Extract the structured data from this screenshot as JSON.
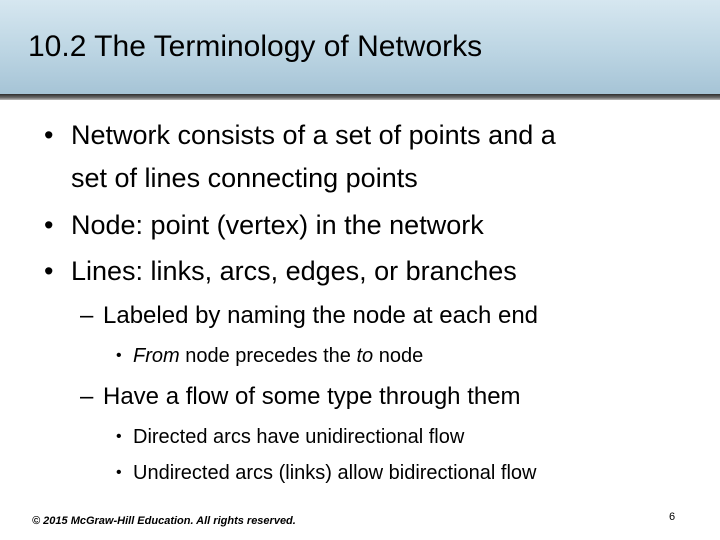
{
  "title": "10.2 The Terminology of Networks",
  "bullets": [
    {
      "mark": "•",
      "line1": "Network consists of a set of points and a",
      "line2": "set of lines connecting points"
    },
    {
      "mark": "•",
      "text": "Node: point (vertex) in the network"
    },
    {
      "mark": "•",
      "text": "Lines: links, arcs, edges, or branches",
      "sub": [
        {
          "mark": "–",
          "text": "Labeled by naming the node at each end",
          "sub": [
            {
              "mark": "•",
              "part1_italic": "From",
              "part2": " node precedes the ",
              "part3_italic": "to",
              "part4": " node"
            }
          ]
        },
        {
          "mark": "–",
          "text": "Have a flow of some type through them",
          "sub": [
            {
              "mark": "•",
              "text": "Directed arcs have unidirectional flow"
            },
            {
              "mark": "•",
              "text": "Undirected arcs (links) allow bidirectional flow"
            }
          ]
        }
      ]
    }
  ],
  "footer": "© 2015 McGraw-Hill Education. All rights reserved.",
  "page_number": "6"
}
